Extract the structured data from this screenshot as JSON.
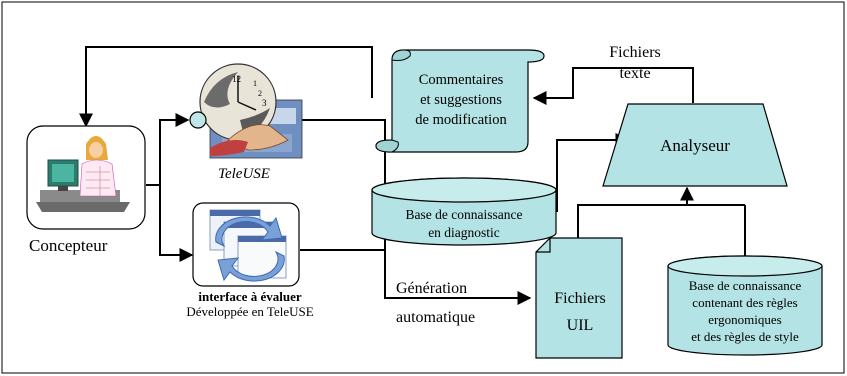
{
  "labels": {
    "concepteur": "Concepteur",
    "teleuse": "TeleUSE",
    "interface_line1": "interface à évaluer",
    "interface_line2": "Développée en TeleUSE",
    "commentaires_line1": "Commentaires",
    "commentaires_line2": "et suggestions",
    "commentaires_line3": "de modification",
    "fichiers_texte_line1": "Fichiers",
    "fichiers_texte_line2": "texte",
    "analyseur": "Analyseur",
    "base_diag_line1": "Base de connaissance",
    "base_diag_line2": "en diagnostic",
    "generation_line1": "Génération",
    "generation_line2": "automatique",
    "fichiers_uil_line1": "Fichiers",
    "fichiers_uil_line2": "UIL",
    "base_ergo_line1": "Base de connaissance",
    "base_ergo_line2": "contenant des règles",
    "base_ergo_line3": "ergonomiques",
    "base_ergo_line4": "et des règles de style"
  },
  "colors": {
    "shape_fill": "#b3e3e4",
    "stroke": "#000000"
  },
  "icons": {
    "concepteur": "person-at-computer-icon",
    "teleuse": "clock-globe-hand-icon",
    "interface": "windows-refresh-icon"
  }
}
